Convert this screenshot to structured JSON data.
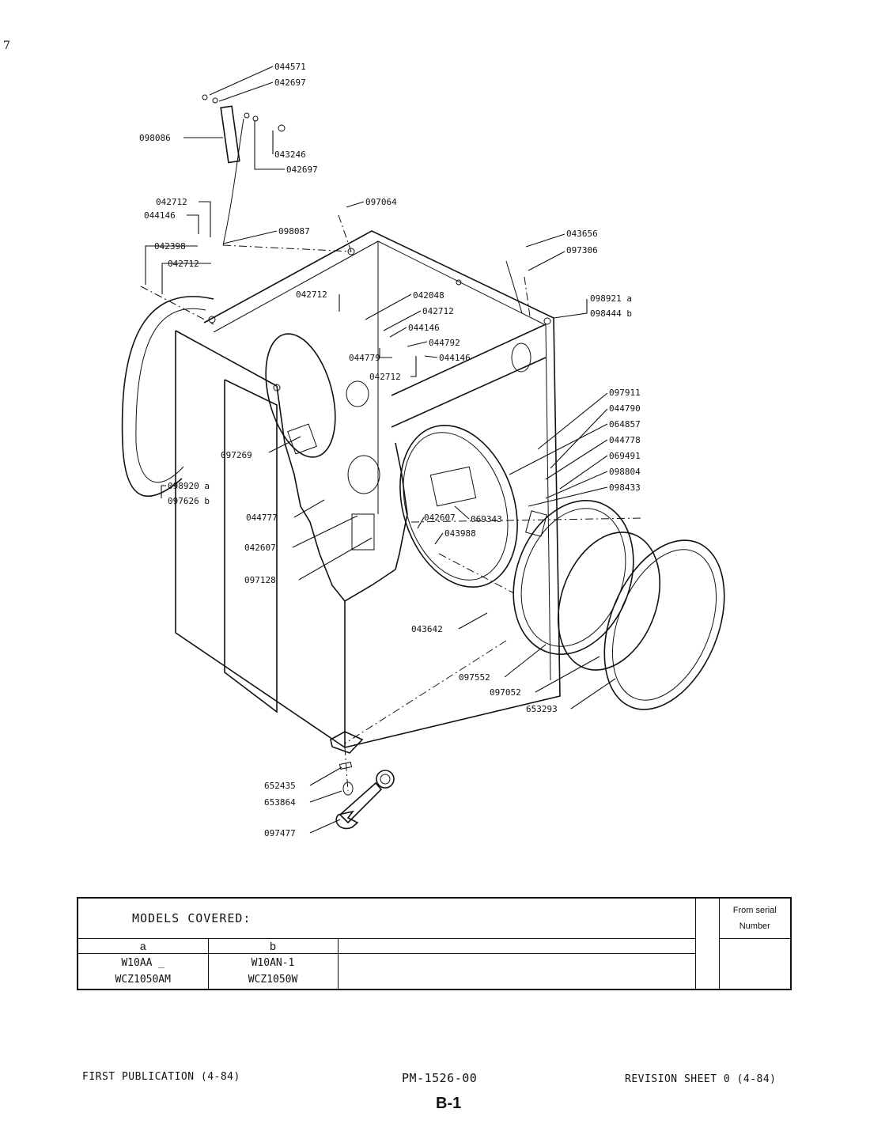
{
  "page_marker": "7",
  "part_numbers": {
    "p044571": "044571",
    "p042697a": "042697",
    "p098086": "098086",
    "p043246": "043246",
    "p042697b": "042697",
    "p097064": "097064",
    "p042712a": "042712",
    "p044146a": "044146",
    "p098087": "098087",
    "p042398": "042398",
    "p042712b": "042712",
    "p043656": "043656",
    "p097306": "097306",
    "p098921": "098921 a",
    "p098444": "098444 b",
    "p042712c": "042712",
    "p042048": "042048",
    "p042712d": "042712",
    "p044146b": "044146",
    "p044792": "044792",
    "p044779": "044779",
    "p044146c": "044146",
    "p042712e": "042712",
    "p097911": "097911",
    "p044790": "044790",
    "p064857": "064857",
    "p044778": "044778",
    "p069491": "069491",
    "p098804": "098804",
    "p098433": "098433",
    "p097269": "097269",
    "p098920": "098920 a",
    "p097626": "097626 b",
    "p044777": "044777",
    "p042607a": "042607",
    "p069343": "069343",
    "p042607b": "042607",
    "p043988": "043988",
    "p097128": "097128",
    "p043642": "043642",
    "p097552": "097552",
    "p097052": "097052",
    "p653293": "653293",
    "p652435": "652435",
    "p653864": "653864",
    "p097477": "097477"
  },
  "models_table": {
    "title": "MODELS COVERED:",
    "serial_header_line1": "From serial",
    "serial_header_line2": "Number",
    "col_a": "a",
    "col_b": "b",
    "a_line1": "W10AA _",
    "a_line2": "WCZ1050AM",
    "b_line1": "W10AN-1",
    "b_line2": "WCZ1050W"
  },
  "footer": {
    "first_publication": "FIRST PUBLICATION (4-84)",
    "doc_number": "PM-1526-00",
    "revision": "REVISION SHEET 0 (4-84)",
    "page": "B-1"
  }
}
